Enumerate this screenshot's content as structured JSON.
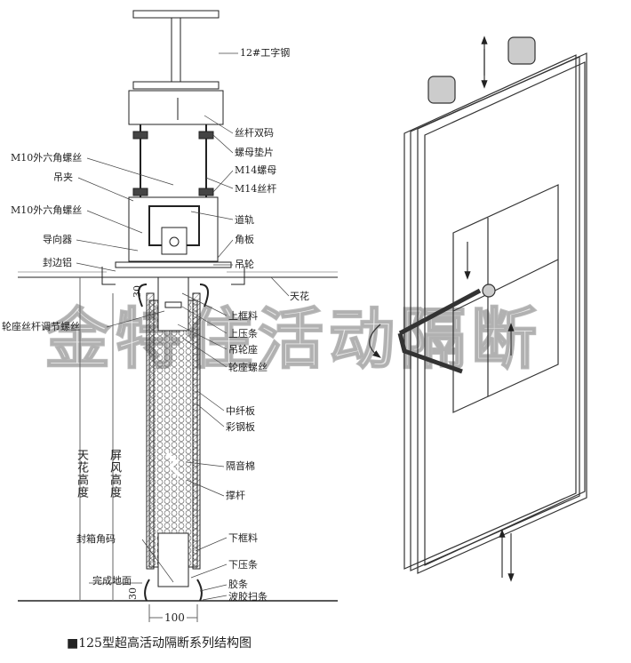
{
  "title": "■125型超高活动隔断系列结构图",
  "watermark": "金特住活动隔断",
  "labels": {
    "i_beam": "12#工字钢",
    "double_clamp": "丝杆双码",
    "nut_washer": "螺母垫片",
    "m14_nut": "M14螺母",
    "m14_rod": "M14丝杆",
    "m10_screw_1": "M10外六角螺丝",
    "hanger_clamp": "吊夹",
    "m10_screw_2": "M10外六角螺丝",
    "track": "道轨",
    "guide": "导向器",
    "angle_plate": "角板",
    "edge_aluminum": "封边铝",
    "hanging_wheel": "吊轮",
    "ceiling": "天花",
    "wheel_adjust_screw": "轮座丝杆调节螺丝",
    "top_frame": "上框料",
    "top_bead": "上压条",
    "wheel_seat": "吊轮座",
    "wheel_seat_screw": "轮座螺丝",
    "mdf_board": "中纤板",
    "steel_board": "彩钢板",
    "ceiling_height": "天花高度",
    "screen_height": "屏风高度",
    "sound_insulation": "隔音棉",
    "strut": "撑杆",
    "corner_bracket": "封箱角码",
    "bottom_frame": "下框料",
    "finished_floor": "完成地面",
    "bottom_bead": "下压条",
    "rubber_strip": "胶条",
    "wave_sweep_strip": "波胶扫条"
  },
  "dimensions": {
    "top_gap": "30",
    "bottom_gap": "30",
    "width": "100"
  }
}
